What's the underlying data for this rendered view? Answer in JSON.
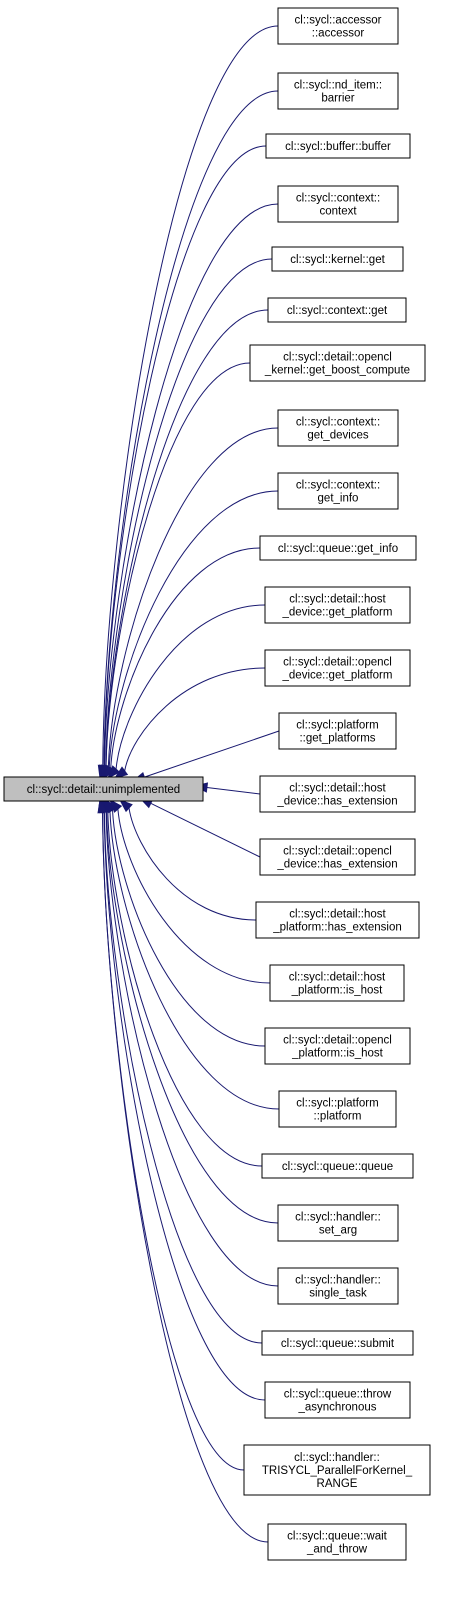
{
  "source_node": {
    "label": "cl::sycl::detail::unimplemented"
  },
  "caller_nodes": [
    {
      "lines": [
        "cl::sycl::accessor",
        "::accessor"
      ]
    },
    {
      "lines": [
        "cl::sycl::nd_item::",
        "barrier"
      ]
    },
    {
      "lines": [
        "cl::sycl::buffer::buffer"
      ]
    },
    {
      "lines": [
        "cl::sycl::context::",
        "context"
      ]
    },
    {
      "lines": [
        "cl::sycl::kernel::get"
      ]
    },
    {
      "lines": [
        "cl::sycl::context::get"
      ]
    },
    {
      "lines": [
        "cl::sycl::detail::opencl",
        "_kernel::get_boost_compute"
      ]
    },
    {
      "lines": [
        "cl::sycl::context::",
        "get_devices"
      ]
    },
    {
      "lines": [
        "cl::sycl::context::",
        "get_info"
      ]
    },
    {
      "lines": [
        "cl::sycl::queue::get_info"
      ]
    },
    {
      "lines": [
        "cl::sycl::detail::host",
        "_device::get_platform"
      ]
    },
    {
      "lines": [
        "cl::sycl::detail::opencl",
        "_device::get_platform"
      ]
    },
    {
      "lines": [
        "cl::sycl::platform",
        "::get_platforms"
      ]
    },
    {
      "lines": [
        "cl::sycl::detail::host",
        "_device::has_extension"
      ]
    },
    {
      "lines": [
        "cl::sycl::detail::opencl",
        "_device::has_extension"
      ]
    },
    {
      "lines": [
        "cl::sycl::detail::host",
        "_platform::has_extension"
      ]
    },
    {
      "lines": [
        "cl::sycl::detail::host",
        "_platform::is_host"
      ]
    },
    {
      "lines": [
        "cl::sycl::detail::opencl",
        "_platform::is_host"
      ]
    },
    {
      "lines": [
        "cl::sycl::platform",
        "::platform"
      ]
    },
    {
      "lines": [
        "cl::sycl::queue::queue"
      ]
    },
    {
      "lines": [
        "cl::sycl::handler::",
        "set_arg"
      ]
    },
    {
      "lines": [
        "cl::sycl::handler::",
        "single_task"
      ]
    },
    {
      "lines": [
        "cl::sycl::queue::submit"
      ]
    },
    {
      "lines": [
        "cl::sycl::queue::throw",
        "_asynchronous"
      ]
    },
    {
      "lines": [
        "cl::sycl::handler::",
        "TRISYCL_ParallelForKernel_",
        "RANGE"
      ]
    },
    {
      "lines": [
        "cl::sycl::queue::wait",
        "_and_throw"
      ]
    }
  ],
  "colors": {
    "edge": "#191970",
    "source_fill": "#bfbfbf",
    "node_fill": "#ffffff",
    "node_stroke": "#000000"
  }
}
